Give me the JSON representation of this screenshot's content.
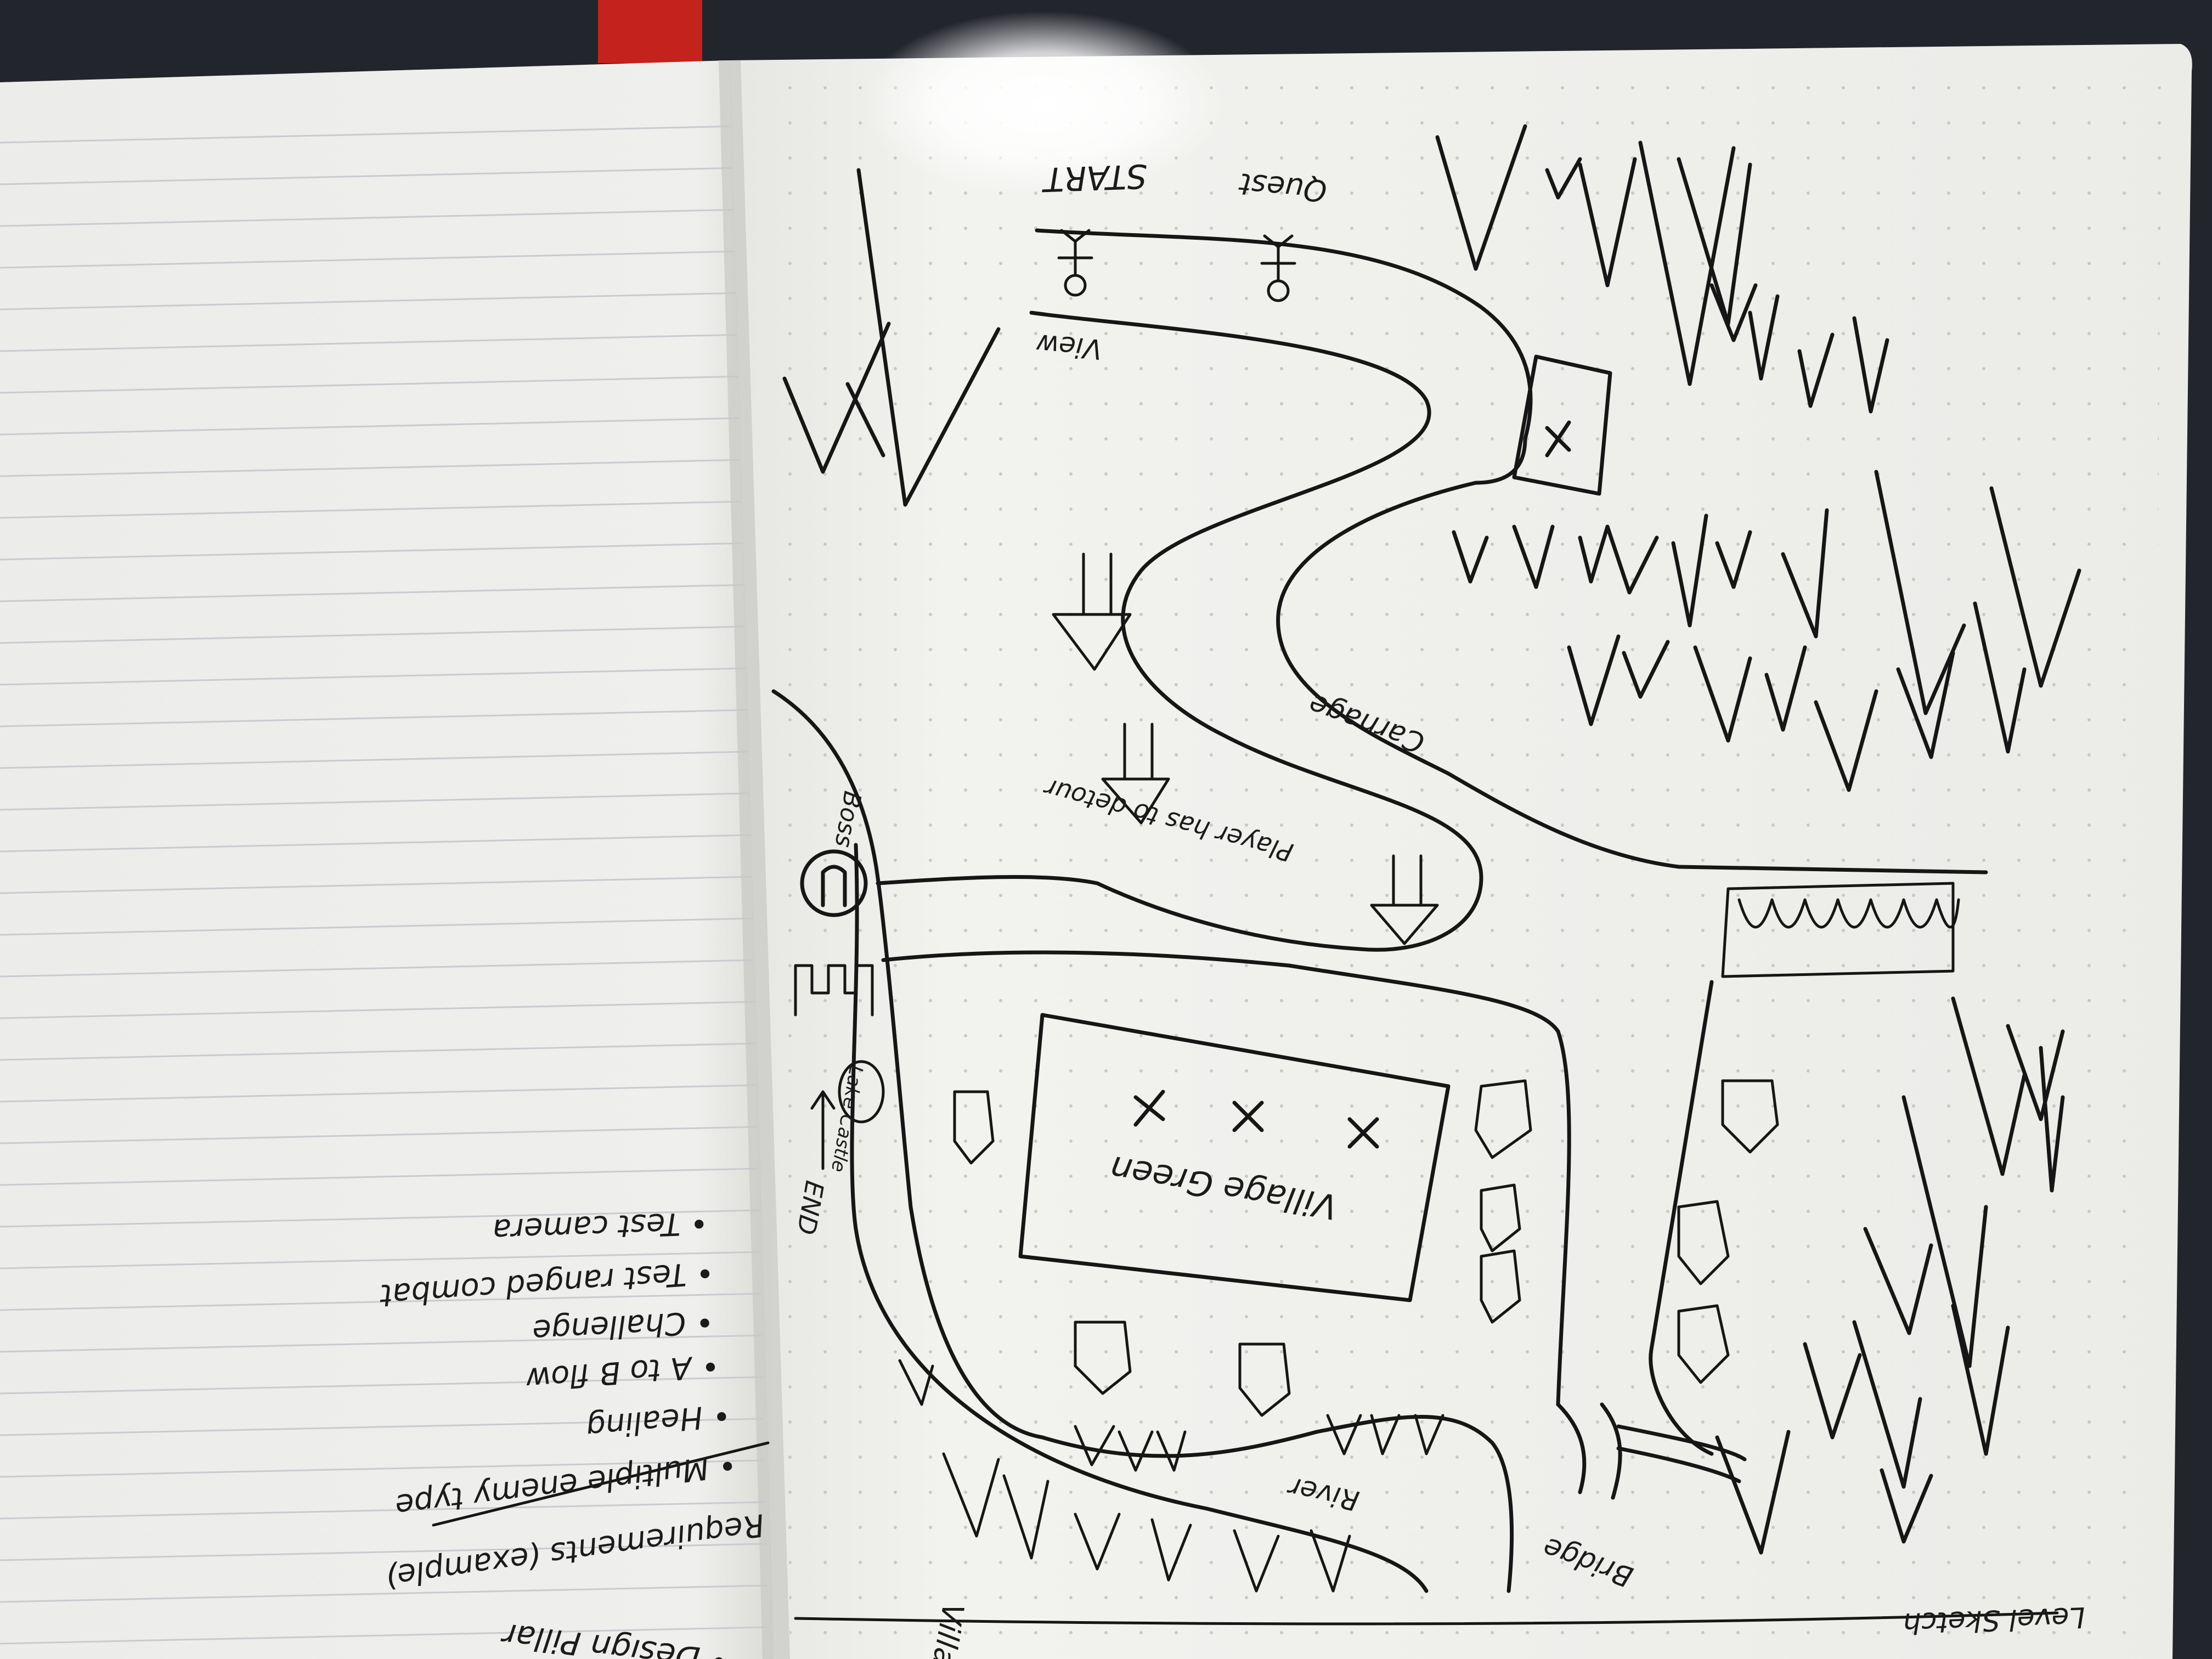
{
  "photo": {
    "subject": "notebook-sketch",
    "colors": {
      "background": "#23252c",
      "paper": "#efefec",
      "paper_shadow": "#d8d8d4",
      "ink": "#161616",
      "ribbon": "#c4221c",
      "rule_line": "#c9cbd0"
    }
  },
  "right_page": {
    "title": "Level Sketch",
    "labels": {
      "start": "START",
      "quest": "Quest",
      "view": "View",
      "carnage": "Carnage",
      "detour": "Player has to detour",
      "boss": "Boss",
      "lake_castle": "Lake Castle",
      "end": "END",
      "village_green": "Village Green",
      "river": "River",
      "bridge": "Bridge",
      "village": "Village"
    }
  },
  "left_page": {
    "notes": [
      "• Design Pillar",
      "Requirements (example)",
      "• Multiple enemy type",
      "• Healing",
      "• A to B flow",
      "• Challenge",
      "• Test ranged combat",
      "• Test camera"
    ]
  }
}
